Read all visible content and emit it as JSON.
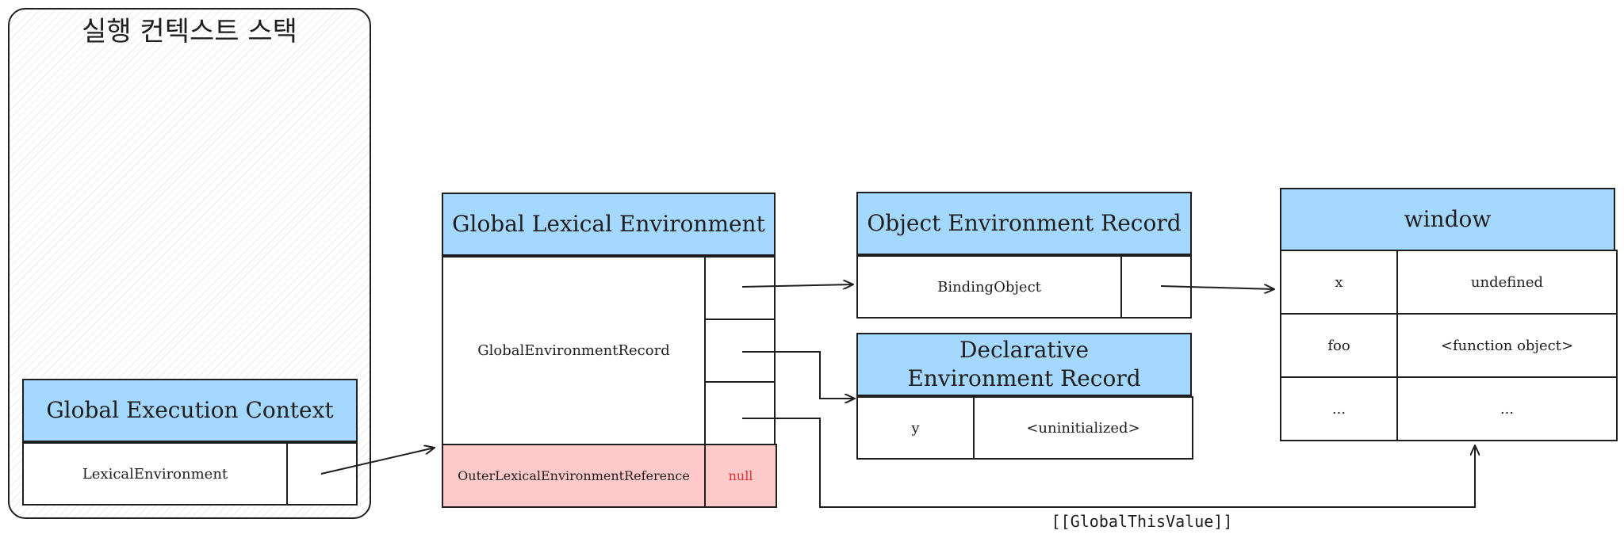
{
  "stack": {
    "title": "실행 컨텍스트 스택"
  },
  "gec": {
    "title": "Global Execution Context",
    "field": "LexicalEnvironment"
  },
  "gle": {
    "title": "Global Lexical Environment",
    "record": "GlobalEnvironmentRecord",
    "outer": "OuterLexicalEnvironmentReference",
    "outer_value": "null"
  },
  "oer": {
    "title": "Object Environment Record",
    "field": "BindingObject"
  },
  "der": {
    "title": "Declarative Environment Record",
    "var": "y",
    "value": "<uninitialized>"
  },
  "window": {
    "title": "window",
    "rows": [
      {
        "key": "x",
        "value": "undefined"
      },
      {
        "key": "foo",
        "value": "<function object>"
      },
      {
        "key": "...",
        "value": "..."
      }
    ]
  },
  "edge_label": "[[GlobalThisValue]]",
  "colors": {
    "header": "#a5d8ff",
    "outer": "#ffc9c9",
    "null_text": "#e03131",
    "stroke": "#1e1e1e"
  }
}
